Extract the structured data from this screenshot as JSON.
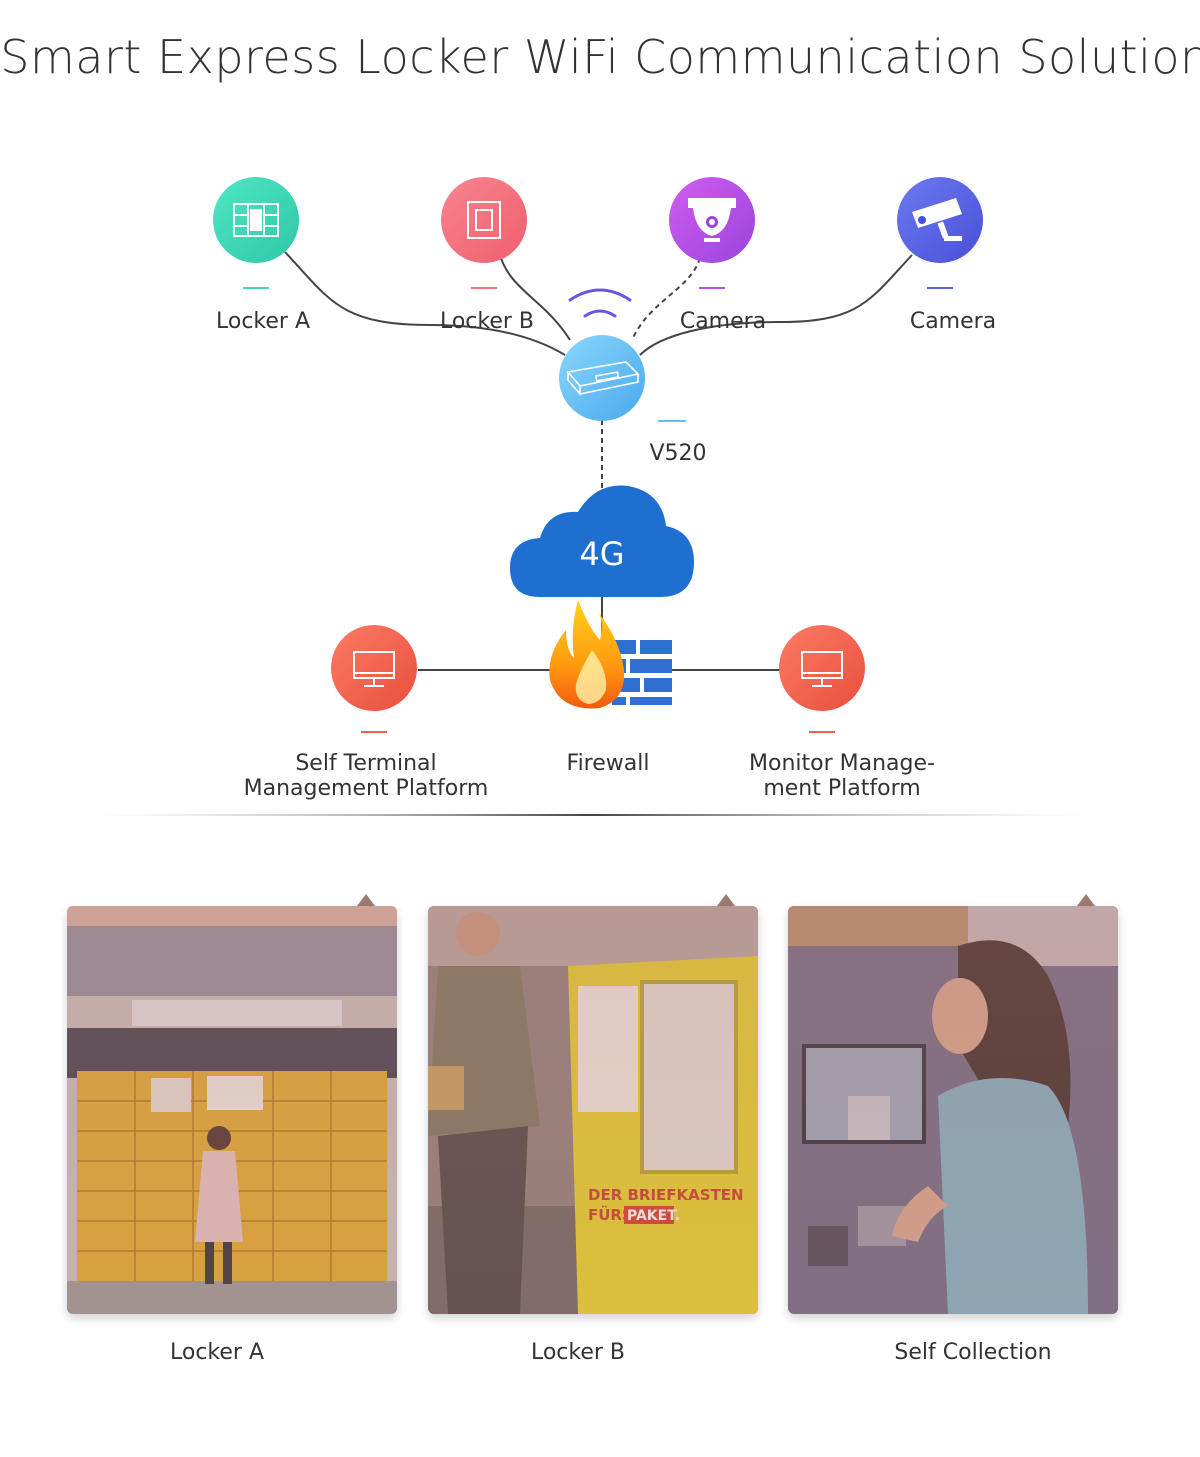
{
  "title": "Smart Express Locker WiFi Communication Solution",
  "nodes": {
    "locker_a": {
      "label": "Locker A",
      "icon": "locker-icon",
      "color": "#3fd8b4"
    },
    "locker_b": {
      "label": "Locker B",
      "icon": "locker-door-icon",
      "color": "#f4747e"
    },
    "camera_1": {
      "label": "Camera",
      "icon": "dome-camera-icon",
      "color": "#b455e6"
    },
    "camera_2": {
      "label": "Camera",
      "icon": "security-camera-icon",
      "color": "#5a63e8"
    },
    "router": {
      "label": "V520",
      "icon": "router-icon",
      "color": "#5fc0f2"
    },
    "network": {
      "label": "4G",
      "icon": "cloud-icon",
      "color": "#1e6fd0"
    },
    "firewall": {
      "label": "Firewall",
      "icon": "firewall-icon",
      "color": "#f7a21a"
    },
    "self_terminal": {
      "label_line1": "Self Terminal",
      "label_line2": "Management Platform",
      "icon": "monitor-icon",
      "color": "#f25f4c"
    },
    "monitor_platform": {
      "label_line1": "Monitor Manage-",
      "label_line2": "ment Platform",
      "icon": "monitor-icon",
      "color": "#f25f4c"
    }
  },
  "photos": [
    {
      "caption": "Locker A",
      "icon": "locker-photo"
    },
    {
      "caption": "Locker B",
      "icon": "mailbox-photo"
    },
    {
      "caption": "Self Collection",
      "icon": "terminal-photo"
    }
  ]
}
